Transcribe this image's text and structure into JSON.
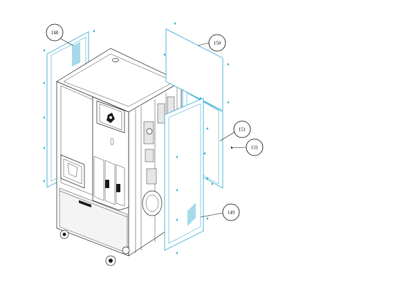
{
  "diagram": {
    "accent_color": "#3aaed0",
    "machine_line_color": "#1a1a1a",
    "callouts": [
      {
        "id": "c148",
        "label": "148"
      },
      {
        "id": "c150",
        "label": "150"
      },
      {
        "id": "c151",
        "label": "151"
      },
      {
        "id": "c131",
        "label": "131"
      },
      {
        "id": "c149",
        "label": "149"
      }
    ]
  }
}
